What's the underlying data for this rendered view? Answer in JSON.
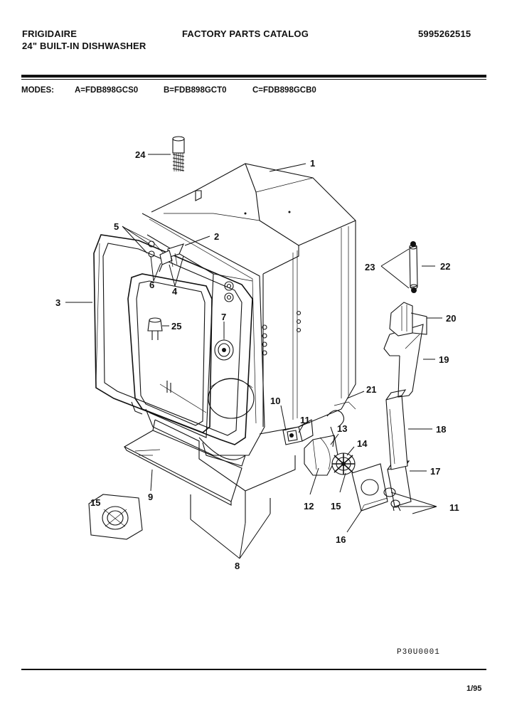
{
  "header": {
    "brand": "FRIGIDAIRE",
    "product": "24\" BUILT-IN DISHWASHER",
    "catalog": "FACTORY PARTS CATALOG",
    "catalog_number": "5995262515"
  },
  "models": {
    "label": "MODES:",
    "a": "A=FDB898GCS0",
    "b": "B=FDB898GCT0",
    "c": "C=FDB898GCB0"
  },
  "callouts": [
    "24",
    "1",
    "5",
    "2",
    "6",
    "4",
    "3",
    "7",
    "25",
    "23",
    "22",
    "20",
    "19",
    "21",
    "10",
    "11",
    "13",
    "18",
    "14",
    "17",
    "12",
    "15",
    "16",
    "9",
    "8",
    "11",
    "15"
  ],
  "footer": {
    "drawing_code": "P30U0001",
    "page": "1/95"
  }
}
